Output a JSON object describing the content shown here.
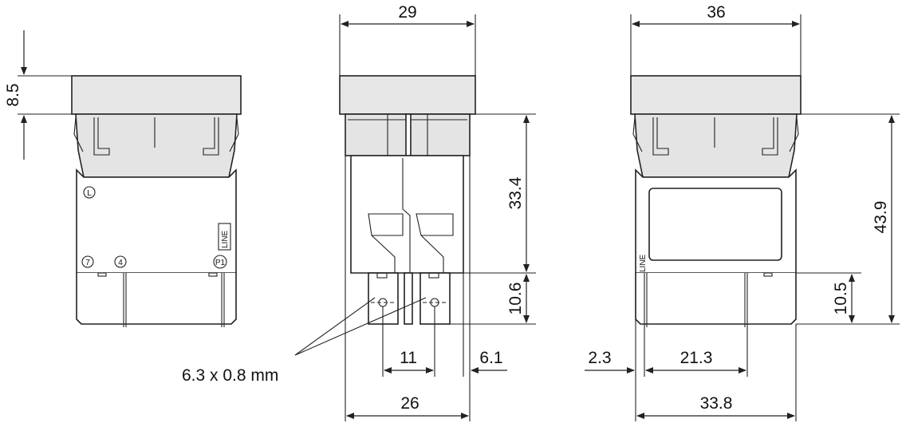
{
  "dimensions": {
    "cap_height": "8.5",
    "width_front": "29",
    "width_side": "36",
    "height_body": "33.4",
    "terminal_length": "10.6",
    "terminal_length_side": "10.5",
    "total_height": "43.9",
    "terminal_spacing": "11",
    "terminal_offset": "6.1",
    "body_width_front": "26",
    "side_offset": "2.3",
    "terminal_spacing_side": "21.3",
    "body_width_side": "33.8"
  },
  "terminal_spec": "6.3 x 0.8 mm",
  "marks": {
    "l": "L",
    "t7": "7",
    "t4": "4",
    "p1": "P1",
    "line": "LINE",
    "line_side": "LINE"
  }
}
